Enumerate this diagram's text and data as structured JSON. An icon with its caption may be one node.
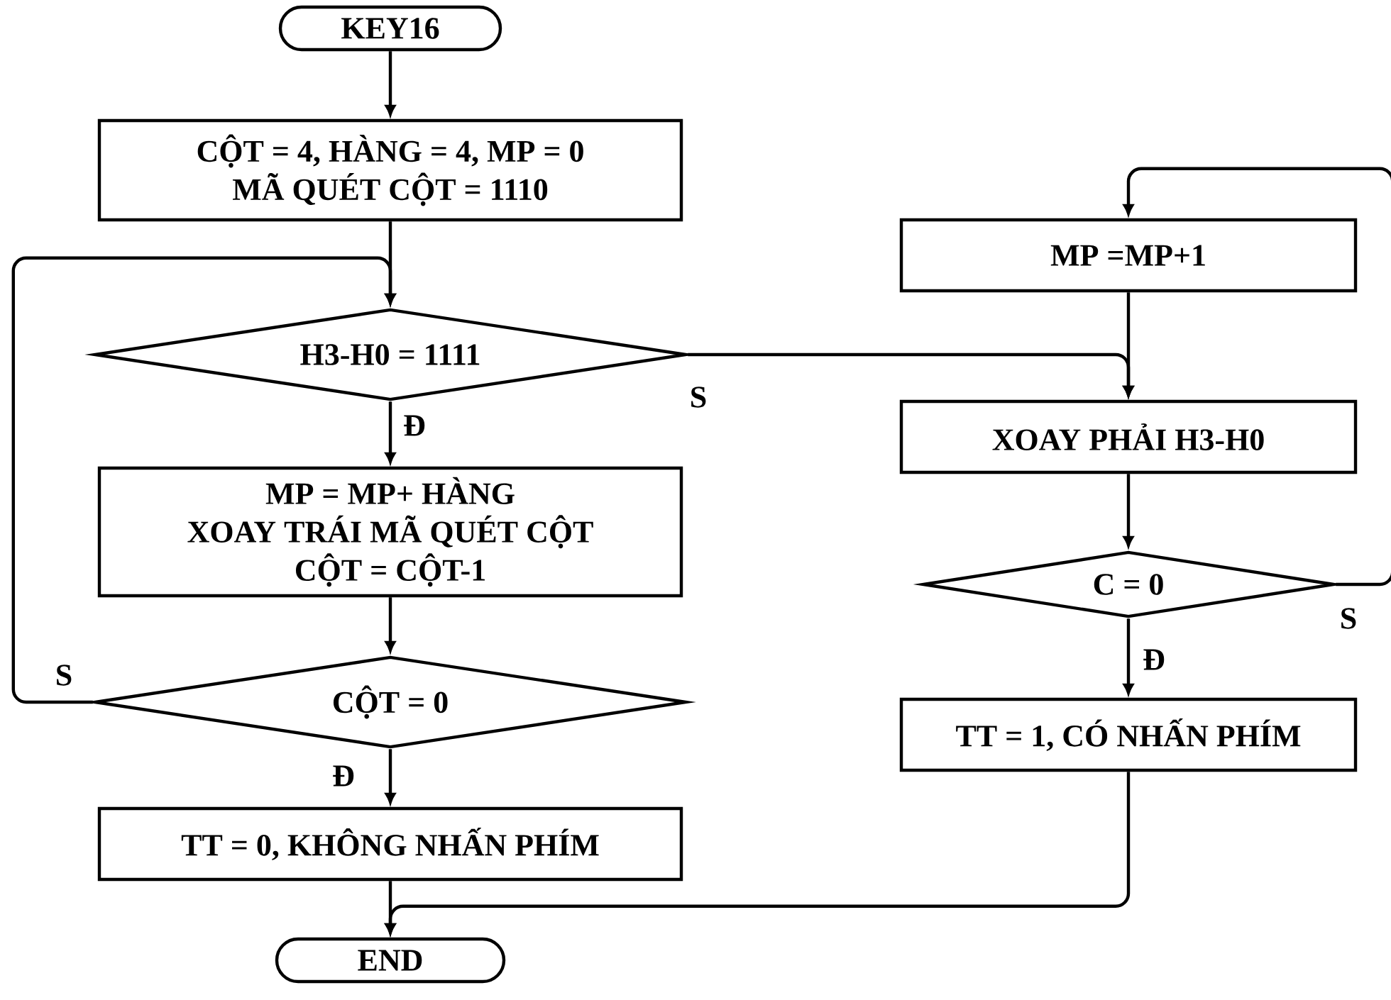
{
  "diagram": {
    "nodes": [
      {
        "text": [
          "KEY16"
        ]
      },
      {
        "text": [
          "CỘT = 4, HÀNG = 4, MP = 0 MÃ QUÉT CỘT = 1110"
        ]
      },
      {
        "text": [
          "H3-H0 = 1111"
        ]
      },
      {
        "text": [
          "MP = MP+ HÀNG XOAY TRÁI MÃ QUÉT CỘT CỘT = CỘT-1"
        ]
      },
      {
        "text": [
          "CỘT = 0"
        ]
      },
      {
        "text": [
          "TT = 0, KHÔNG NHẤN PHÍM"
        ]
      },
      {
        "text": [
          "END"
        ]
      },
      {
        "text": [
          "MP =MP+1"
        ]
      },
      {
        "text": [
          "XOAY PHẢI H3-H0"
        ]
      },
      {
        "text": [
          "C = 0"
        ]
      },
      {
        "text": [
          "TT = 1, CÓ NHẤN PHÍM"
        ]
      }
    ],
    "edges": [
      {
        "from": 0,
        "to": 1,
        "arrow": "to"
      },
      {
        "from": 1,
        "to": 2,
        "arrow": "to"
      },
      {
        "from": 2,
        "to": 3,
        "arrow": "to",
        "label": "Đ"
      },
      {
        "from": 3,
        "to": 4,
        "arrow": "to"
      },
      {
        "from": 4,
        "to": 2,
        "arrow": "to",
        "label": "S"
      },
      {
        "from": 4,
        "to": 5,
        "arrow": "to",
        "label": "Đ"
      },
      {
        "from": 5,
        "to": 6,
        "arrow": "to"
      },
      {
        "from": 2,
        "to": 8,
        "arrow": "to",
        "label": "S"
      },
      {
        "from": 7,
        "to": 8,
        "arrow": "to"
      },
      {
        "from": 8,
        "to": 9,
        "arrow": "to"
      },
      {
        "from": 9,
        "to": 7,
        "arrow": "to",
        "label": "S"
      },
      {
        "from": 9,
        "to": 10,
        "arrow": "to",
        "label": "Đ"
      },
      {
        "from": 10,
        "to": 6,
        "arrow": "to"
      }
    ]
  }
}
